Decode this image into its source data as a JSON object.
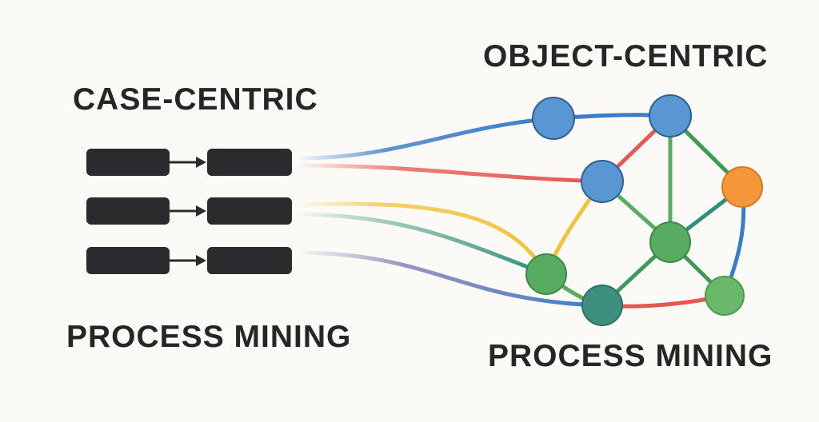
{
  "case_centric": {
    "title": "CASE-CENTRIC",
    "subtitle": "PROCESS MINING",
    "rows": 3
  },
  "object_centric": {
    "title": "OBJECT-CENTRIC",
    "subtitle": "PROCESS MINING"
  },
  "colors": {
    "background": "#fbfaf7",
    "text": "#262626",
    "event_box": "#2a2b2d",
    "node_blue": "#5897d4",
    "node_green": "#58ac62",
    "node_teal": "#3f8f80",
    "node_orange": "#f59638",
    "edge_blue": "#3b7cc8",
    "edge_red": "#e5574f",
    "edge_green": "#3f9a57",
    "edge_yellow": "#f2c23e",
    "edge_teal": "#2f8f78"
  }
}
